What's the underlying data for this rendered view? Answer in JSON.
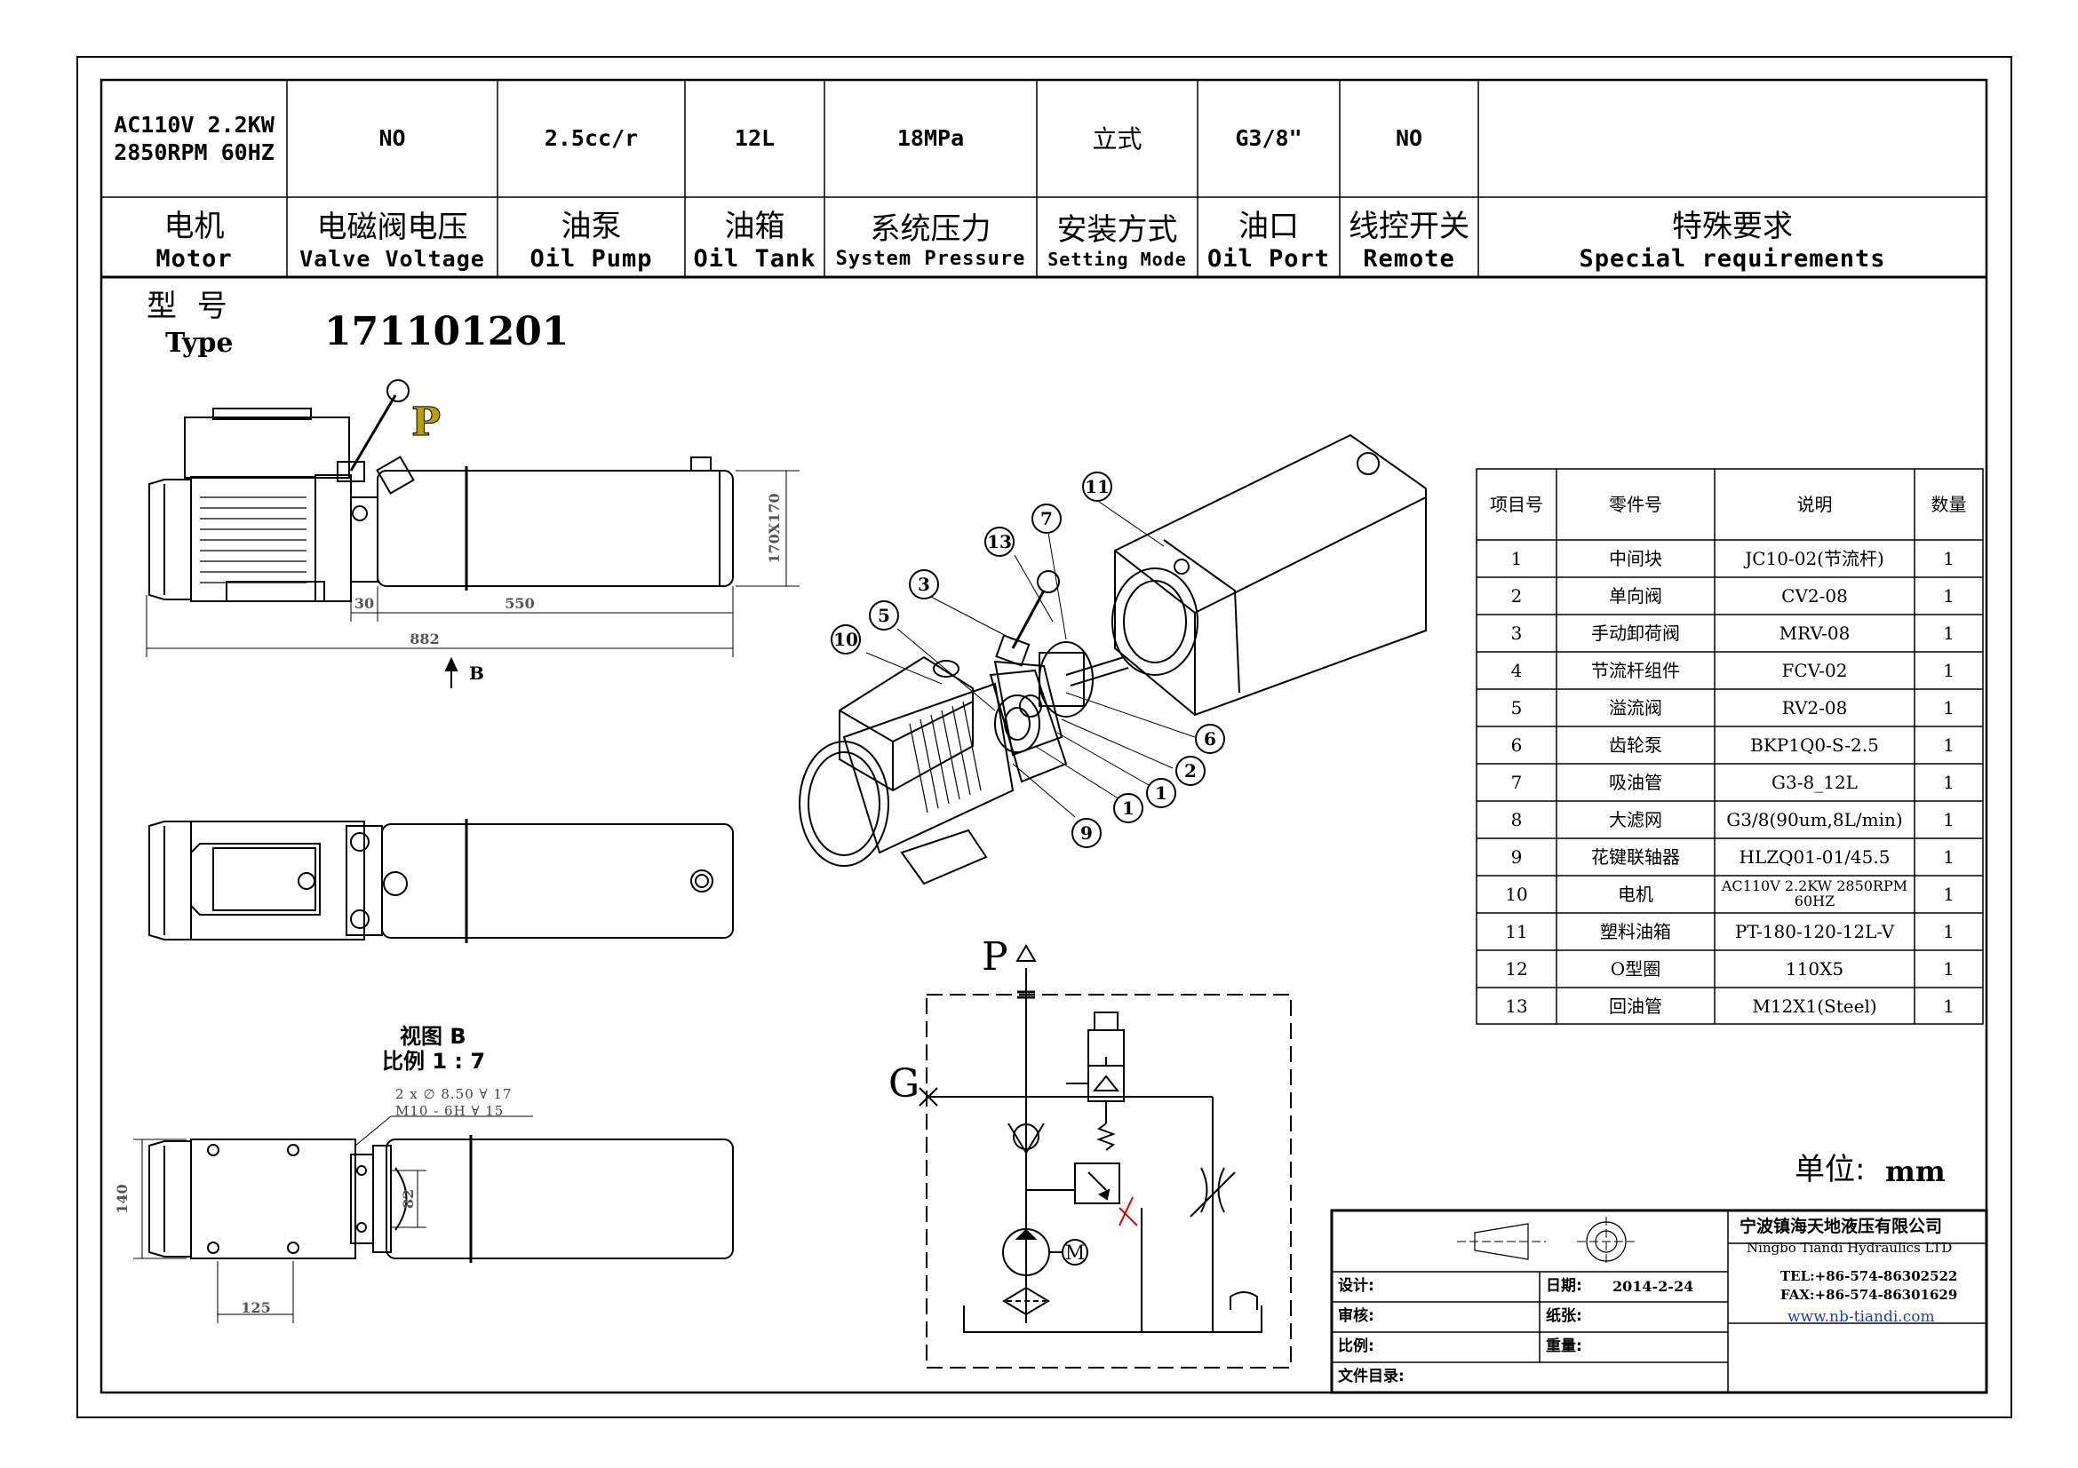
{
  "spec_table": {
    "values": [
      "AC110V 2.2KW\n2850RPM 60HZ",
      "NO",
      "2.5cc/r",
      "12L",
      "18MPa",
      "立式",
      "G3/8\"",
      "NO",
      ""
    ],
    "headers": [
      {
        "cn": "电机",
        "en": "Motor"
      },
      {
        "cn": "电磁阀电压",
        "en": "Valve Voltage"
      },
      {
        "cn": "油泵",
        "en": "Oil Pump"
      },
      {
        "cn": "油箱",
        "en": "Oil Tank"
      },
      {
        "cn": "系统压力",
        "en": "System Pressure"
      },
      {
        "cn": "安装方式",
        "en": "Setting Mode"
      },
      {
        "cn": "油口",
        "en": "Oil Port"
      },
      {
        "cn": "线控开关",
        "en": "Remote"
      },
      {
        "cn": "特殊要求",
        "en": "Special requirements"
      }
    ]
  },
  "model": {
    "label_cn": "型 号",
    "label_en": "Type",
    "number": "171101201"
  },
  "side_view": {
    "port_label": "P",
    "dims": {
      "height": "170X170",
      "d30": "30",
      "d550": "550",
      "d882": "882"
    },
    "arrow_label": "B"
  },
  "bottom_view": {
    "title_line1": "视图 B",
    "title_line2": "比例 1 : 7",
    "hole_line1": "2 x ∅ 8.50 ∀ 17",
    "hole_line2": "M10 - 6H ∀ 15",
    "dims": {
      "d140": "140",
      "d82": "82",
      "d125": "125"
    }
  },
  "balloons": [
    "11",
    "7",
    "13",
    "3",
    "5",
    "10",
    "6",
    "2",
    "1",
    "1",
    "9"
  ],
  "parts": {
    "headers": [
      "项目号",
      "零件号",
      "说明",
      "数量"
    ],
    "rows": [
      [
        "1",
        "中间块",
        "JC10-02(节流杆)",
        "1"
      ],
      [
        "2",
        "单向阀",
        "CV2-08",
        "1"
      ],
      [
        "3",
        "手动卸荷阀",
        "MRV-08",
        "1"
      ],
      [
        "4",
        "节流杆组件",
        "FCV-02",
        "1"
      ],
      [
        "5",
        "溢流阀",
        "RV2-08",
        "1"
      ],
      [
        "6",
        "齿轮泵",
        "BKP1Q0-S-2.5",
        "1"
      ],
      [
        "7",
        "吸油管",
        "G3-8_12L",
        "1"
      ],
      [
        "8",
        "大滤网",
        "G3/8(90um,8L/min)",
        "1"
      ],
      [
        "9",
        "花键联轴器",
        "HLZQ01-01/45.5",
        "1"
      ],
      [
        "10",
        "电机",
        "AC110V 2.2KW 2850RPM 60HZ",
        "1"
      ],
      [
        "11",
        "塑料油箱",
        "PT-180-120-12L-V",
        "1"
      ],
      [
        "12",
        "O型圈",
        "110X5",
        "1"
      ],
      [
        "13",
        "回油管",
        "M12X1(Steel)",
        "1"
      ]
    ]
  },
  "schematic": {
    "port_p": "P",
    "port_g": "G",
    "motor": "M"
  },
  "unit": {
    "label": "单位:",
    "value": "mm"
  },
  "title_block": {
    "company_cn": "宁波镇海天地液压有限公司",
    "company_en": "Ningbo Tiandi Hydraulics LTD",
    "tel": "TEL:+86-574-86302522",
    "fax": "FAX:+86-574-86301629",
    "web": "www.nb-tiandi.com",
    "design_label": "设计:",
    "review_label": "审核:",
    "scale_label": "比例:",
    "catalog_label": "文件目录:",
    "date_label": "日期:",
    "date_value": "2014-2-24",
    "paper_label": "纸张:",
    "weight_label": "重量:"
  }
}
